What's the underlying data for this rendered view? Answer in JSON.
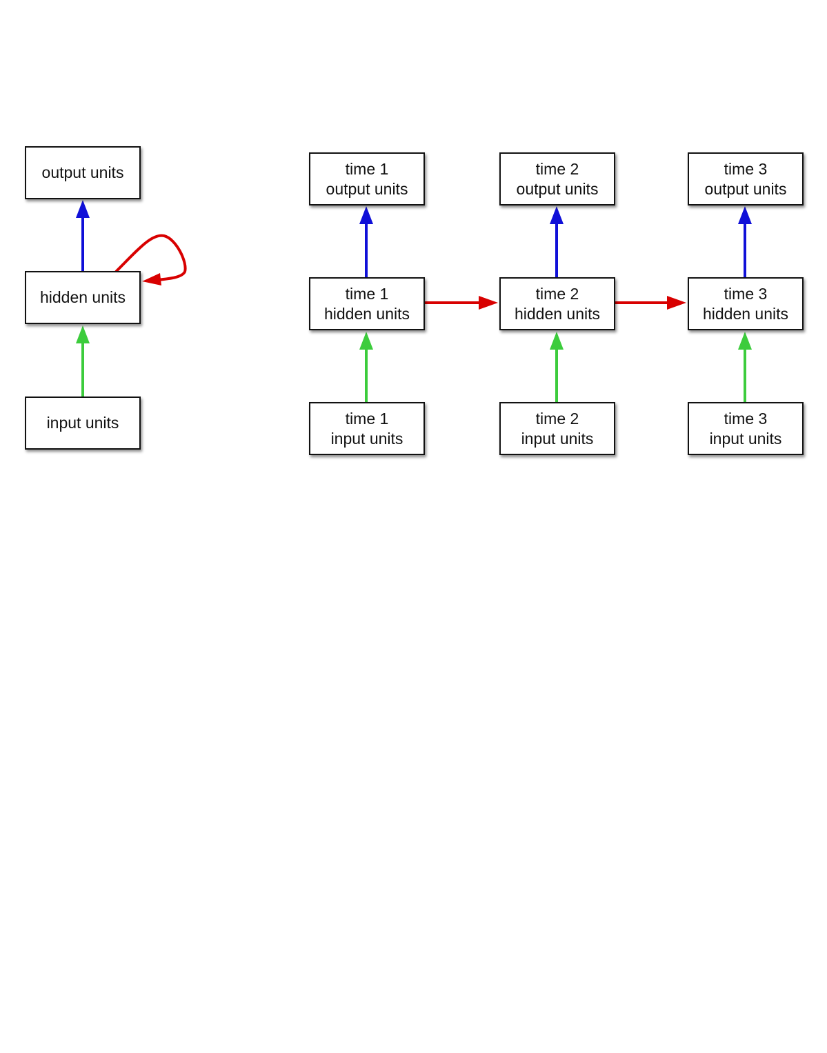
{
  "folded": {
    "output": "output units",
    "hidden": "hidden units",
    "input": "input units"
  },
  "unrolled": [
    {
      "time": "time 1",
      "output": "output units",
      "hidden": "hidden units",
      "input": "input units"
    },
    {
      "time": "time 2",
      "output": "output units",
      "hidden": "hidden units",
      "input": "input units"
    },
    {
      "time": "time 3",
      "output": "output units",
      "hidden": "hidden units",
      "input": "input units"
    }
  ],
  "colors": {
    "output_edge": "#1010d8",
    "input_edge": "#3ccc3c",
    "recurrent_edge": "#d80000"
  }
}
